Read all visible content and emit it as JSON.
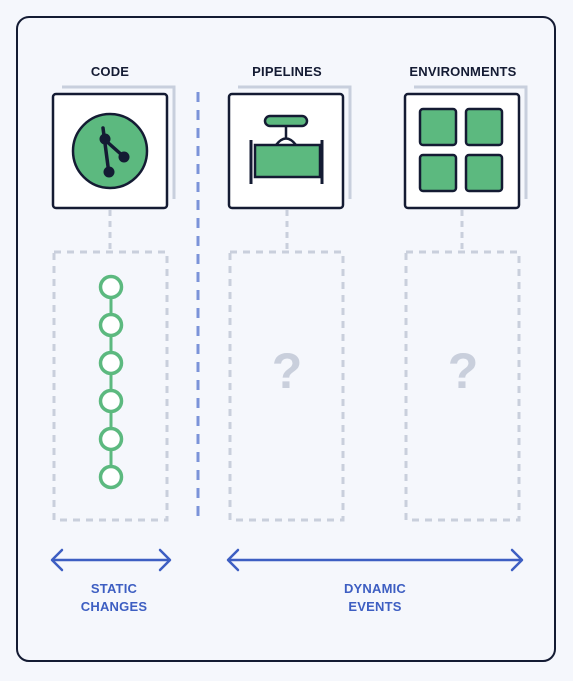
{
  "columns": [
    {
      "title": "CODE",
      "icon": "git-branch-icon"
    },
    {
      "title": "PIPELINES",
      "icon": "pipeline-valve-icon",
      "placeholder": "?"
    },
    {
      "title": "ENVIRONMENTS",
      "icon": "grid-squares-icon",
      "placeholder": "?"
    }
  ],
  "labels": {
    "static": [
      "STATIC",
      "CHANGES"
    ],
    "dynamic": [
      "DYNAMIC",
      "EVENTS"
    ]
  },
  "colors": {
    "background": "#f5f7fc",
    "ink": "#141b33",
    "green": "#5cb97f",
    "blue": "#3d5ec2",
    "shadow": "#c8cfdd",
    "placeholder": "#c9cfdc",
    "divider": "#7b93d9"
  }
}
